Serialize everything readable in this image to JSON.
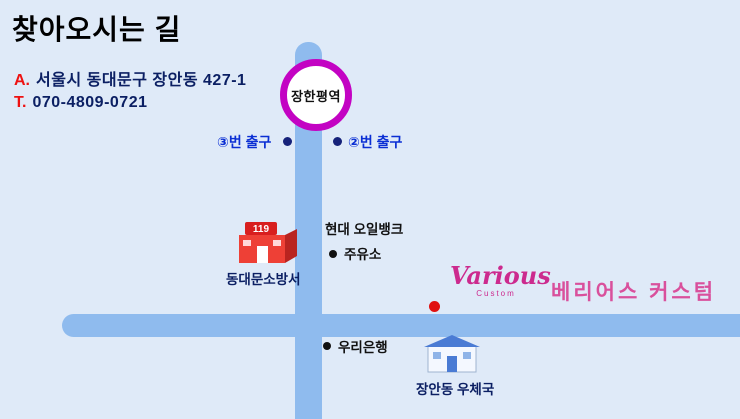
{
  "header": {
    "title": "찾아오시는 길",
    "address_label": "A.",
    "address": "서울시 동대문구 장안동 427-1",
    "tel_label": "T.",
    "tel": "070-4809-0721"
  },
  "map": {
    "station_name": "장한평역",
    "exit3_label": "③번 출구",
    "exit2_label": "②번 출구",
    "oilbank_name": "현대 오일뱅크",
    "gas_station_label": "주유소",
    "fire_station_label": "동대문소방서",
    "fire_icon_text": "119",
    "brand_script": "Various",
    "brand_script_sub": "Custom",
    "brand_name": "베리어스 커스텀",
    "bank_label": "우리은행",
    "post_office_label": "장안동 우체국"
  },
  "colors": {
    "background": "#dfeaf8",
    "road": "#8fbbee",
    "station_ring": "#c303c3",
    "label_red": "#ee1111",
    "navy_text": "#0b1f63",
    "exit_blue": "#0b2fd4",
    "brand_magenta": "#d9509c"
  }
}
